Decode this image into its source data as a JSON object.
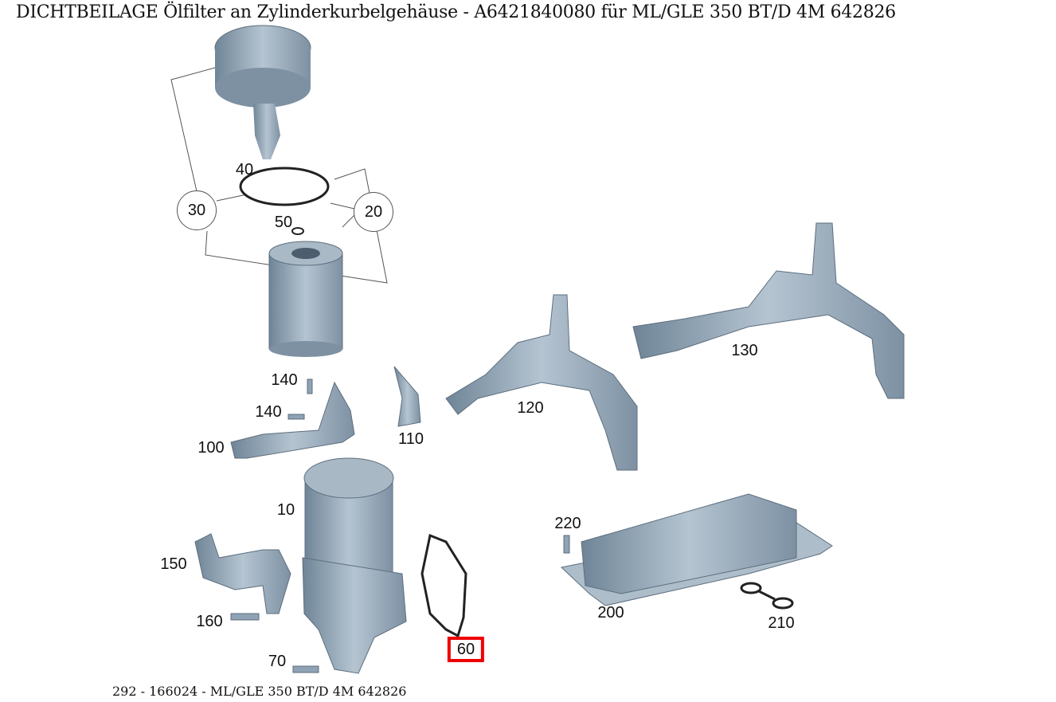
{
  "title": "DICHTBEILAGE Ölfilter an Zylinderkurbelgehäuse - A6421840080 für ML/GLE 350 BT/D 4M 642826",
  "footer": "292 - 166024 - ML/GLE 350 BT/D 4M 642826",
  "colors": {
    "part_fill": "#8fa3b5",
    "part_stroke": "#5c6e7e",
    "highlight": "#e00000"
  },
  "selected_callout": "60",
  "callouts": [
    {
      "id": "40",
      "label": "40"
    },
    {
      "id": "30",
      "label": "30"
    },
    {
      "id": "20",
      "label": "20"
    },
    {
      "id": "50",
      "label": "50"
    },
    {
      "id": "140a",
      "label": "140"
    },
    {
      "id": "140b",
      "label": "140"
    },
    {
      "id": "100",
      "label": "100"
    },
    {
      "id": "110",
      "label": "110"
    },
    {
      "id": "120",
      "label": "120"
    },
    {
      "id": "130",
      "label": "130"
    },
    {
      "id": "10",
      "label": "10"
    },
    {
      "id": "220",
      "label": "220"
    },
    {
      "id": "150",
      "label": "150"
    },
    {
      "id": "160",
      "label": "160"
    },
    {
      "id": "200",
      "label": "200"
    },
    {
      "id": "210",
      "label": "210"
    },
    {
      "id": "60",
      "label": "60"
    },
    {
      "id": "70",
      "label": "70"
    }
  ]
}
